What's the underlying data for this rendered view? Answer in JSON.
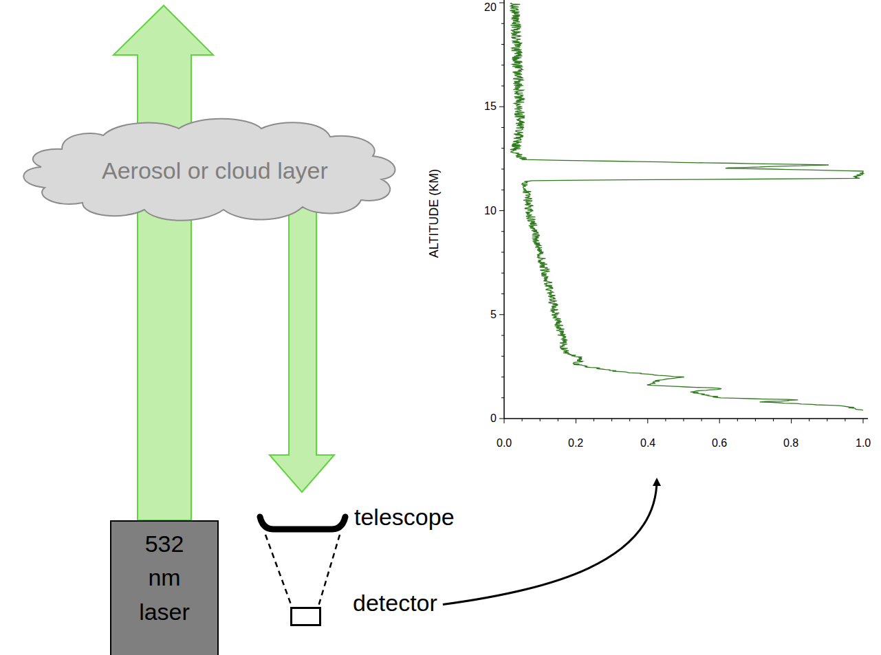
{
  "diagram": {
    "nodes": [
      {
        "text": [
          "Aerosol or cloud layer"
        ]
      },
      {
        "text": [
          "532 nm laser"
        ]
      },
      {
        "text": [
          "detector"
        ]
      },
      {
        "text": [
          "ALTITUDE (KM)",
          "0",
          "5",
          "10",
          "15",
          "20",
          "0.0",
          "0.2",
          "0.4",
          "0.6",
          "0.8",
          "1.0"
        ]
      }
    ],
    "edges": [
      {
        "from": 2,
        "to": 3,
        "arrow": "to"
      }
    ],
    "labels": [
      "telescope"
    ]
  }
}
